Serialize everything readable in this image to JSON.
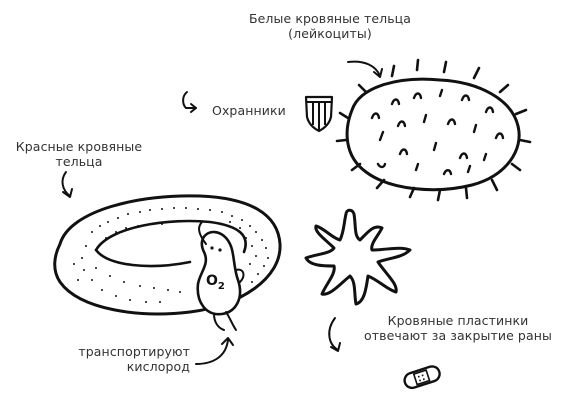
{
  "labels": {
    "white_cells_line1": "Белые кровяные тельца",
    "white_cells_line2": "(лейкоциты)",
    "guards": "Охранники",
    "red_cells_line1": "Красные кровяные",
    "red_cells_line2": "тельца",
    "platelets_line1": "Кровяные пластинки",
    "platelets_line2": "отвечают за закрытие раны",
    "transport_line1": "транспортируют",
    "transport_line2": "кислород",
    "oxygen_symbol": "O",
    "oxygen_subscript": "2"
  },
  "icons": [
    "shield-icon",
    "bandage-icon",
    "white-blood-cell-icon",
    "red-blood-cell-icon",
    "platelet-icon",
    "oxygen-character-icon"
  ],
  "colors": {
    "ink": "#111111",
    "text": "#333333",
    "background": "#ffffff"
  }
}
